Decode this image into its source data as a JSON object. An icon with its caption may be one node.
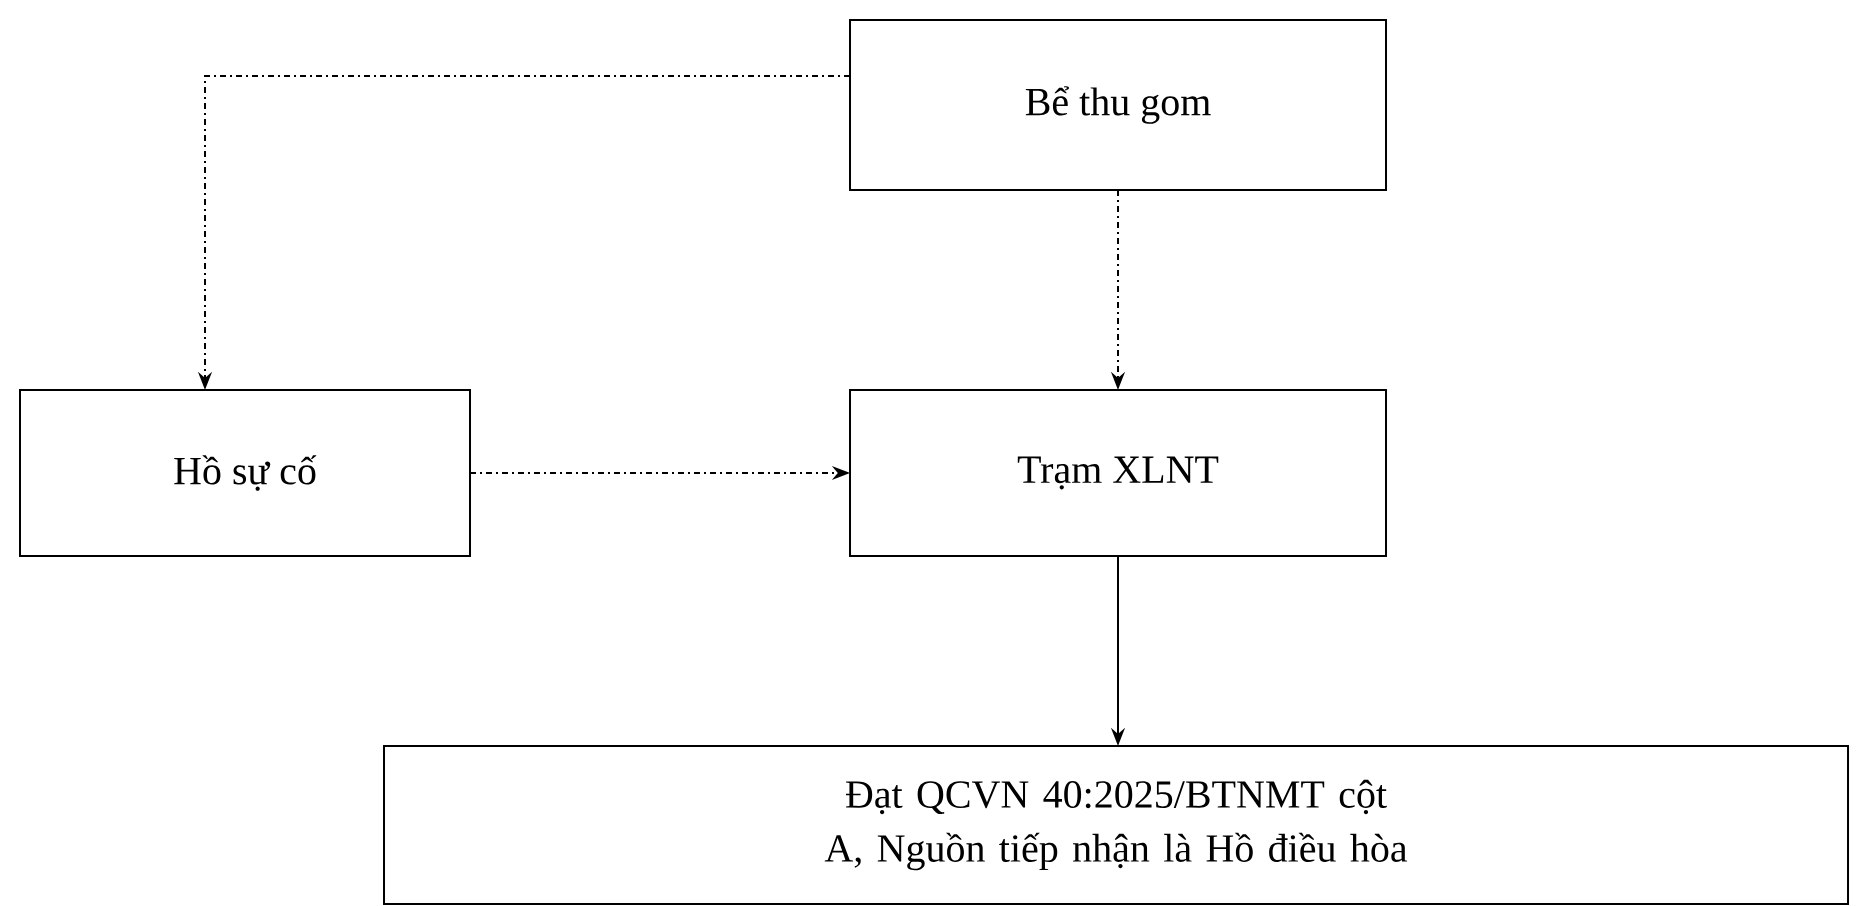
{
  "diagram": {
    "nodes": [
      {
        "text": [
          "Bể thu gom"
        ]
      },
      {
        "text": [
          "Hồ sự cố"
        ]
      },
      {
        "text": [
          "Trạm XLNT"
        ]
      },
      {
        "text": [
          "Đạt QCVN 40:2025/BTNMT cột A, Nguồn tiếp nhận là Hồ điều hòa"
        ]
      }
    ],
    "edges": [
      {
        "from": 0,
        "to": 1,
        "arrow": "to",
        "style": "dashed"
      },
      {
        "from": 0,
        "to": 2,
        "arrow": "to",
        "style": "dashed"
      },
      {
        "from": 1,
        "to": 2,
        "arrow": "to",
        "style": "dashed"
      },
      {
        "from": 2,
        "to": 3,
        "arrow": "to"
      }
    ]
  }
}
